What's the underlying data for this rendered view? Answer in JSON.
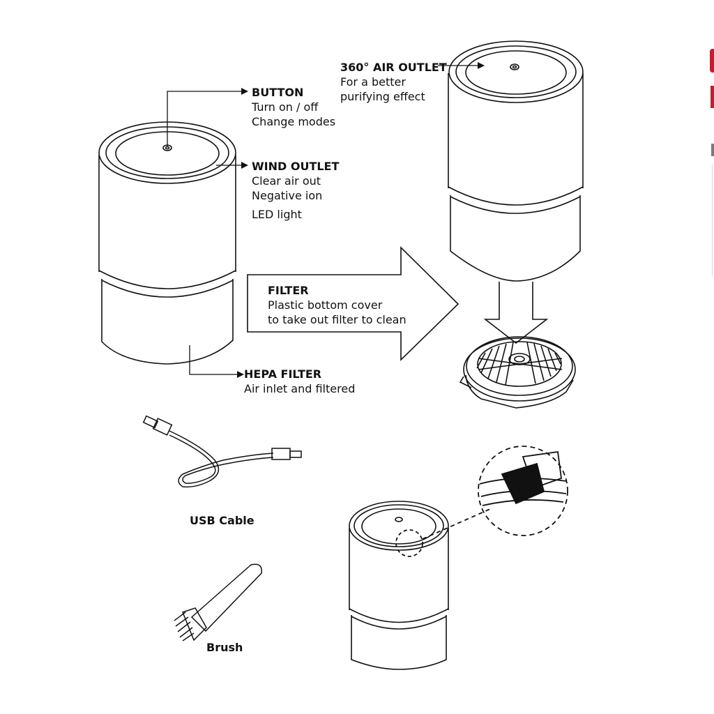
{
  "labels": {
    "button": {
      "title": "BUTTON",
      "lines": [
        "Turn on / off",
        "Change modes"
      ]
    },
    "wind_outlet": {
      "title": "WIND OUTLET",
      "lines": [
        "Clear air out",
        "Negative ion",
        "LED light"
      ]
    },
    "air_outlet": {
      "title": "360° AIR OUTLET",
      "lines": [
        "For a better",
        "purifying effect"
      ]
    },
    "filter": {
      "title": "FILTER",
      "lines": [
        "Plastic bottom cover",
        "to take out filter to clean"
      ]
    },
    "hepa_filter": {
      "title": "HEPA FILTER",
      "lines": [
        "Air inlet and filtered"
      ]
    }
  },
  "accessories": {
    "usb_cable": "USB Cable",
    "brush": "Brush"
  },
  "colors": {
    "line": "#111111",
    "edge_accent": "#d0182a"
  }
}
